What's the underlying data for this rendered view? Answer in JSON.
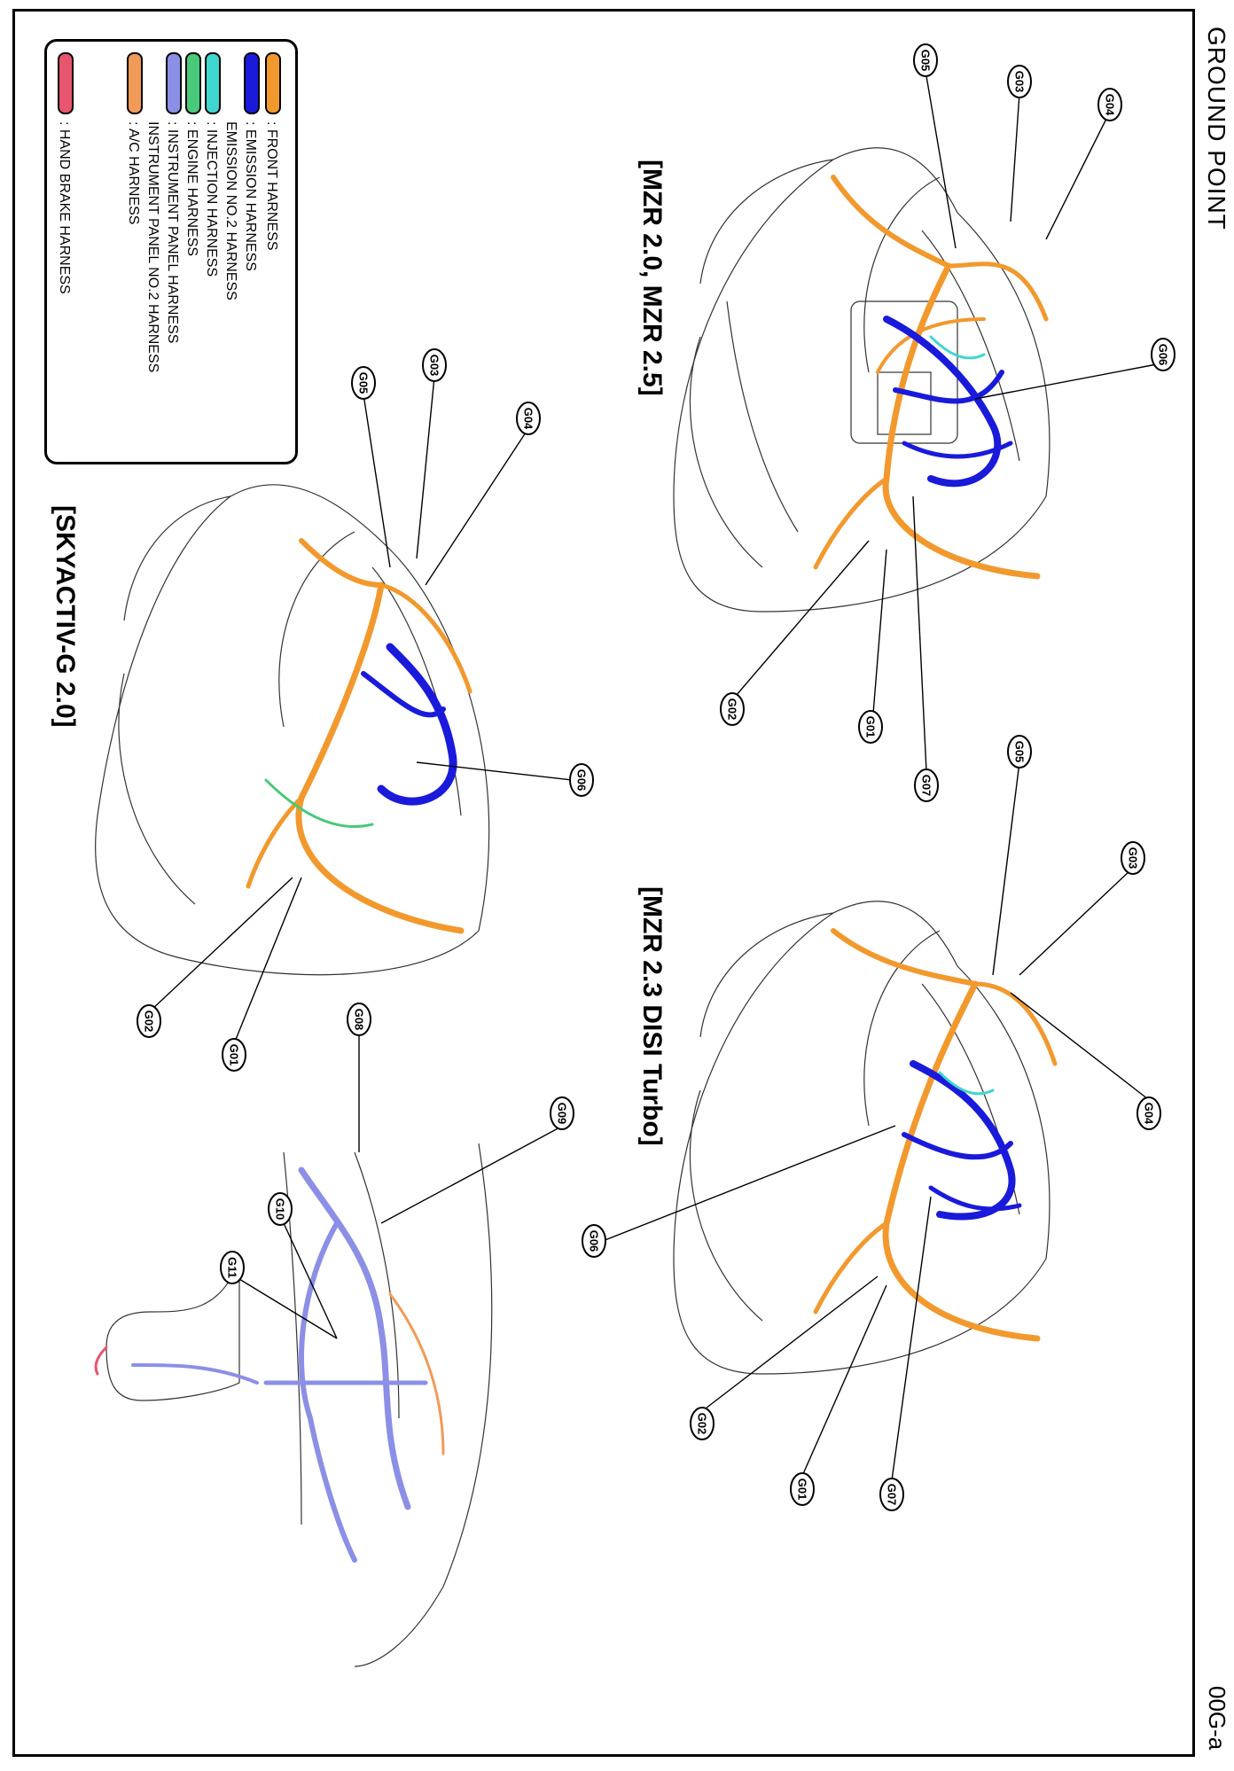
{
  "page": {
    "title": "GROUND POINT",
    "page_number": "00G-a"
  },
  "legend": {
    "items": [
      {
        "label": ": FRONT HARNESS",
        "color": "#f2992e"
      },
      {
        "label": ": EMISSION HARNESS",
        "color": "#1a1adb"
      },
      {
        "label": "  EMISSION NO.2 HARNESS",
        "color": ""
      },
      {
        "label": ": INJECTION HARNESS",
        "color": "#3fd6d0"
      },
      {
        "label": ": ENGINE HARNESS",
        "color": "#49c97a"
      },
      {
        "label": ": INSTRUMENT PANEL HARNESS",
        "color": "#8b8fe6"
      },
      {
        "label": "  INSTRUMENT PANEL NO.2 HARNESS",
        "color": ""
      },
      {
        "label": ": A/C HARNESS",
        "color": "#f29a57"
      },
      {
        "label": ": HAND BRAKE HARNESS",
        "color": "#e8556e"
      }
    ]
  },
  "views": {
    "mzr20": {
      "label": "[MZR 2.0, MZR 2.5]"
    },
    "mzr23": {
      "label": "[MZR 2.3 DISI Turbo]"
    },
    "skyactiv": {
      "label": "[SKYACTIV-G 2.0]"
    }
  },
  "ground_points": {
    "mzr20": [
      "G05",
      "G03",
      "G04",
      "G06",
      "G02",
      "G01",
      "G07"
    ],
    "mzr23": [
      "G05",
      "G03",
      "G04",
      "G06",
      "G02",
      "G01",
      "G07"
    ],
    "skyactiv": [
      "G05",
      "G03",
      "G04",
      "G06",
      "G02",
      "G01"
    ],
    "cabin": [
      "G08",
      "G09",
      "G10",
      "G11"
    ]
  }
}
